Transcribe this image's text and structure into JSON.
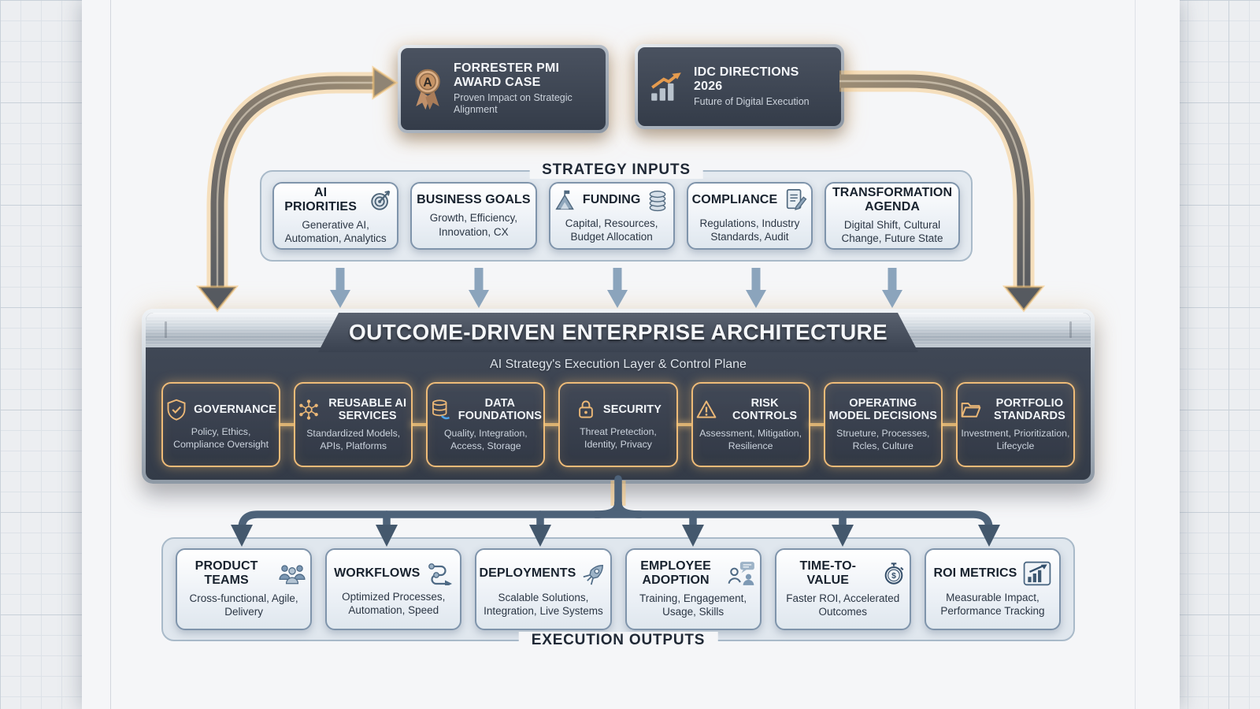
{
  "colors": {
    "accent_gold": "#ecb877",
    "glow_orange": "#f3c27a",
    "panel_dark": "#39414f",
    "panel_silver": "#c2cbd4",
    "light_box_border": "#7f94ab",
    "container_border": "#a9bac9",
    "input_arrow_blue": "#8ba4bc",
    "connector_blue": "#4d6279",
    "curved_arrow_taupe": "#8f8373",
    "title_dark_text": "#18222e",
    "panel_text_light": "#f2f5f8"
  },
  "badges": [
    {
      "title": "FORRESTER PMI AWARD CASE",
      "subtitle": "Proven Impact on Strategic Alignment",
      "icon": "award-medal-icon"
    },
    {
      "title": "IDC DIRECTIONS 2026",
      "subtitle": "Future of Digital Execution",
      "icon": "growth-chart-icon"
    }
  ],
  "strategy_inputs": {
    "label": "STRATEGY INPUTS",
    "items": [
      {
        "title": "AI PRIORITIES",
        "subtitle": "Generative AI, Automation, Analytics",
        "icon": "target-dart-icon"
      },
      {
        "title": "BUSINESS GOALS",
        "subtitle": "Growth, Efficiency, Innovation, CX"
      },
      {
        "title": "FUNDING",
        "subtitle": "Capital, Resources, Budget Allocation",
        "icon_left": "mountain-flag-icon",
        "icon_right": "coin-stack-icon"
      },
      {
        "title": "COMPLIANCE",
        "subtitle": "Regulations, Industry Standards, Audit",
        "icon": "document-pencil-icon"
      },
      {
        "title": "TRANSFORMATION AGENDA",
        "subtitle": "Digital Shift, Cultural Change, Future State"
      }
    ]
  },
  "architecture": {
    "title": "OUTCOME-DRIVEN ENTERPRISE ARCHITECTURE",
    "subtitle": "AI Strategy's Execution Layer & Control Plane",
    "items": [
      {
        "title": "GOVERNANCE",
        "subtitle": "Policy, Ethics, Compliance Oversight",
        "icon": "shield-check-icon"
      },
      {
        "title": "REUSABLE AI SERVICES",
        "subtitle": "Standardized Models, APIs, Platforms",
        "icon": "network-nodes-icon"
      },
      {
        "title": "DATA FOUNDATIONS",
        "subtitle": "Quality, Integration, Access, Storage",
        "icon": "database-icon"
      },
      {
        "title": "SECURITY",
        "subtitle": "Threat Pretection, Identity, Privacy",
        "icon": "padlock-icon"
      },
      {
        "title": "RISK CONTROLS",
        "subtitle": "Assessment, Mitigation, Resilience",
        "icon": "warning-triangle-icon"
      },
      {
        "title": "OPERATING MODEL DECISIONS",
        "subtitle": "Strueture, Processes, Rcles, Culture"
      },
      {
        "title": "PORTFOLIO STANDARDS",
        "subtitle": "Investment, Prioritization, Lifecycle",
        "icon": "folder-icon"
      }
    ]
  },
  "execution_outputs": {
    "label": "EXECUTION OUTPUTS",
    "items": [
      {
        "title": "PRODUCT TEAMS",
        "subtitle": "Cross-functional, Agile, Delivery",
        "icon": "team-icon"
      },
      {
        "title": "WORKFLOWS",
        "subtitle": "Optimized Processes, Automation, Speed",
        "icon": "workflow-icon"
      },
      {
        "title": "DEPLOYMENTS",
        "subtitle": "Scalable Solutions, Integration, Live Systems",
        "icon": "rocket-icon"
      },
      {
        "title": "EMPLOYEE ADOPTION",
        "subtitle": "Training, Engagement, Usage, Skills",
        "icon": "people-chat-icon"
      },
      {
        "title": "TIME-TO-VALUE",
        "subtitle": "Faster ROI, Accelerated Outcomes",
        "icon": "stopwatch-dollar-icon"
      },
      {
        "title": "ROI METRICS",
        "subtitle": "Measurable Impact, Performance Tracking",
        "icon": "chart-up-icon"
      }
    ]
  }
}
